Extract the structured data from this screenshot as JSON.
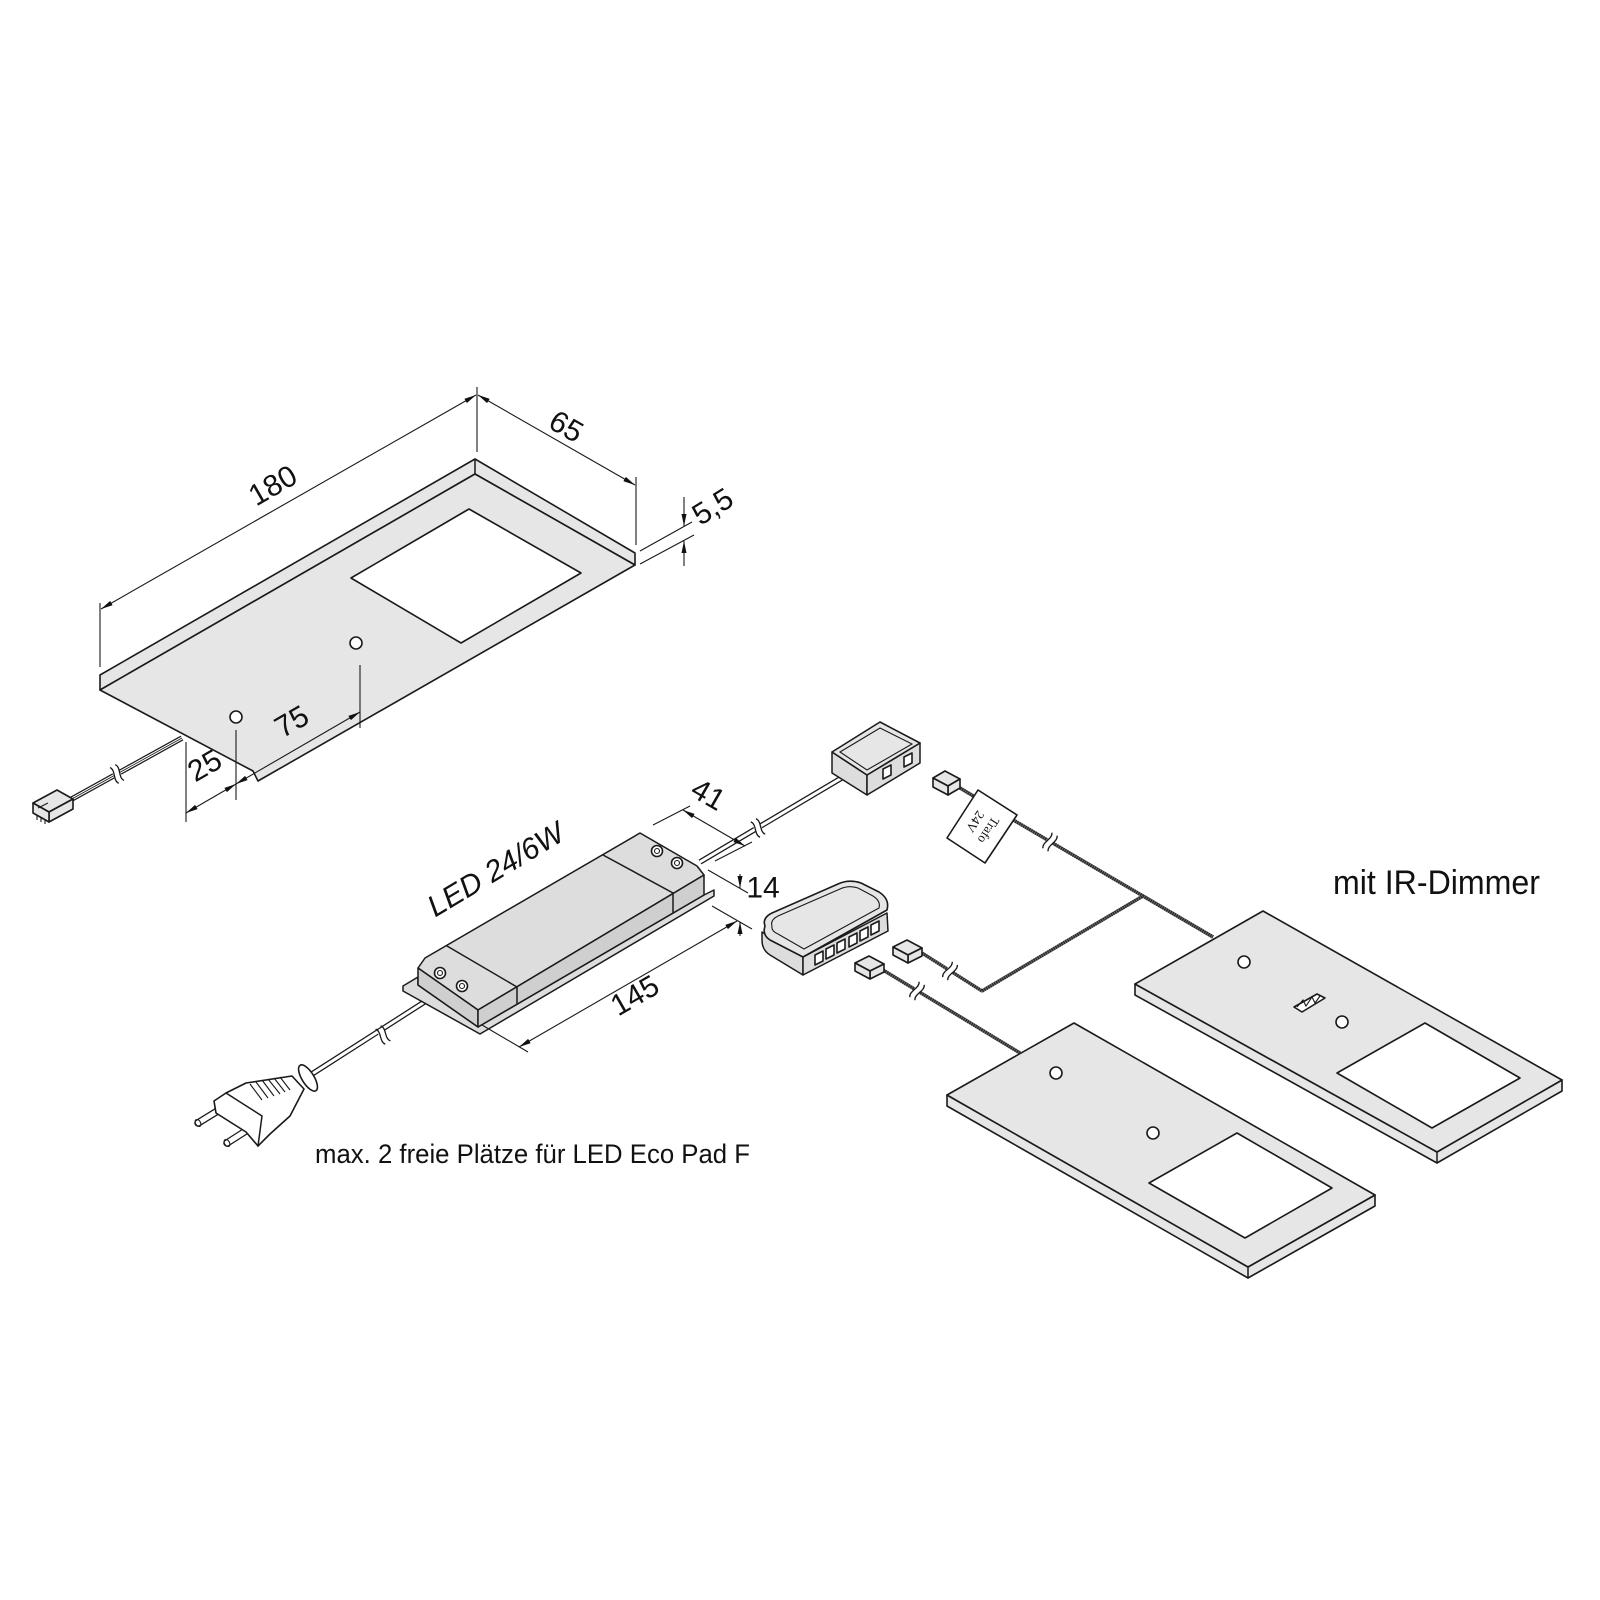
{
  "diagram": {
    "pad_dimensions": {
      "length": "180",
      "width": "65",
      "thickness": "5,5",
      "hole_spacing": "75",
      "hole_offset": "25"
    },
    "driver": {
      "label": "LED 24/6W",
      "width": "41",
      "height": "14",
      "length": "145"
    },
    "transformer_tag": {
      "line1": "Trafo",
      "line2": "24V"
    },
    "ir_dimmer_label": "mit IR-Dimmer",
    "note": "max. 2 freie Plätze für LED Eco Pad F"
  },
  "colors": {
    "background": "#ffffff",
    "line": "#1a1a1a",
    "pad_face": "#e6e6e6",
    "light_window": "#ffffff",
    "wire": "#2b2b2b"
  }
}
